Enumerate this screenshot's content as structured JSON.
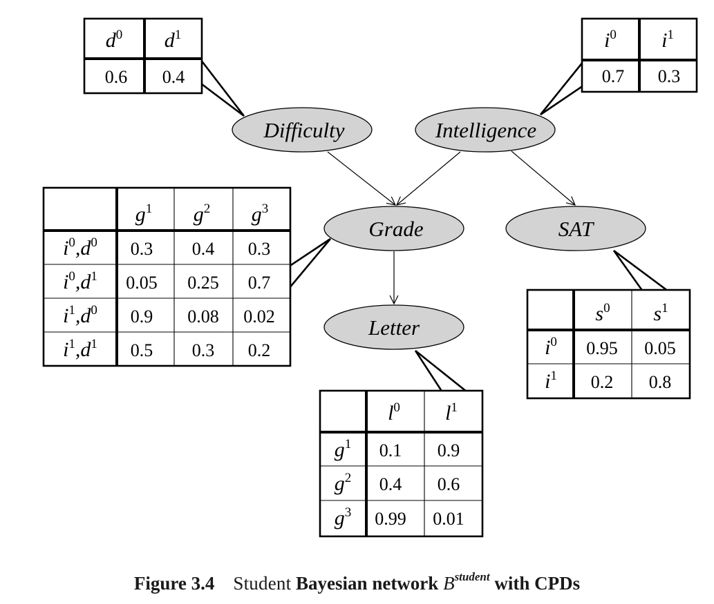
{
  "nodes": {
    "difficulty": {
      "label": "Difficulty"
    },
    "intelligence": {
      "label": "Intelligence"
    },
    "grade": {
      "label": "Grade"
    },
    "sat": {
      "label": "SAT"
    },
    "letter": {
      "label": "Letter"
    }
  },
  "edges": [
    {
      "from": "Difficulty",
      "to": "Grade"
    },
    {
      "from": "Intelligence",
      "to": "Grade"
    },
    {
      "from": "Intelligence",
      "to": "SAT"
    },
    {
      "from": "Grade",
      "to": "Letter"
    }
  ],
  "cpds": {
    "difficulty": {
      "columns": [
        {
          "var": "d",
          "sup": "0"
        },
        {
          "var": "d",
          "sup": "1"
        }
      ],
      "values": [
        "0.6",
        "0.4"
      ]
    },
    "intelligence": {
      "columns": [
        {
          "var": "i",
          "sup": "0"
        },
        {
          "var": "i",
          "sup": "1"
        }
      ],
      "values": [
        "0.7",
        "0.3"
      ]
    },
    "grade": {
      "columns": [
        {
          "var": "g",
          "sup": "1"
        },
        {
          "var": "g",
          "sup": "2"
        },
        {
          "var": "g",
          "sup": "3"
        }
      ],
      "rows": [
        {
          "parents": [
            {
              "var": "i",
              "sup": "0"
            },
            {
              "var": "d",
              "sup": "0"
            }
          ],
          "values": [
            "0.3",
            "0.4",
            "0.3"
          ]
        },
        {
          "parents": [
            {
              "var": "i",
              "sup": "0"
            },
            {
              "var": "d",
              "sup": "1"
            }
          ],
          "values": [
            "0.05",
            "0.25",
            "0.7"
          ]
        },
        {
          "parents": [
            {
              "var": "i",
              "sup": "1"
            },
            {
              "var": "d",
              "sup": "0"
            }
          ],
          "values": [
            "0.9",
            "0.08",
            "0.02"
          ]
        },
        {
          "parents": [
            {
              "var": "i",
              "sup": "1"
            },
            {
              "var": "d",
              "sup": "1"
            }
          ],
          "values": [
            "0.5",
            "0.3",
            "0.2"
          ]
        }
      ]
    },
    "sat": {
      "columns": [
        {
          "var": "s",
          "sup": "0"
        },
        {
          "var": "s",
          "sup": "1"
        }
      ],
      "rows": [
        {
          "parents": [
            {
              "var": "i",
              "sup": "0"
            }
          ],
          "values": [
            "0.95",
            "0.05"
          ]
        },
        {
          "parents": [
            {
              "var": "i",
              "sup": "1"
            }
          ],
          "values": [
            "0.2",
            "0.8"
          ]
        }
      ]
    },
    "letter": {
      "columns": [
        {
          "var": "l",
          "sup": "0"
        },
        {
          "var": "l",
          "sup": "1"
        }
      ],
      "rows": [
        {
          "parents": [
            {
              "var": "g",
              "sup": "1"
            }
          ],
          "values": [
            "0.1",
            "0.9"
          ]
        },
        {
          "parents": [
            {
              "var": "g",
              "sup": "2"
            }
          ],
          "values": [
            "0.4",
            "0.6"
          ]
        },
        {
          "parents": [
            {
              "var": "g",
              "sup": "3"
            }
          ],
          "values": [
            "0.99",
            "0.01"
          ]
        }
      ]
    }
  },
  "caption": {
    "figure": "Figure 3.4",
    "text_light": "Student",
    "text_bold": "Bayesian network",
    "symbol": "B",
    "symbol_sup": "student",
    "text_end": "with CPDs"
  },
  "colors": {
    "node_fill": "#d3d3d3",
    "stroke": "#000000",
    "background": "#ffffff"
  }
}
